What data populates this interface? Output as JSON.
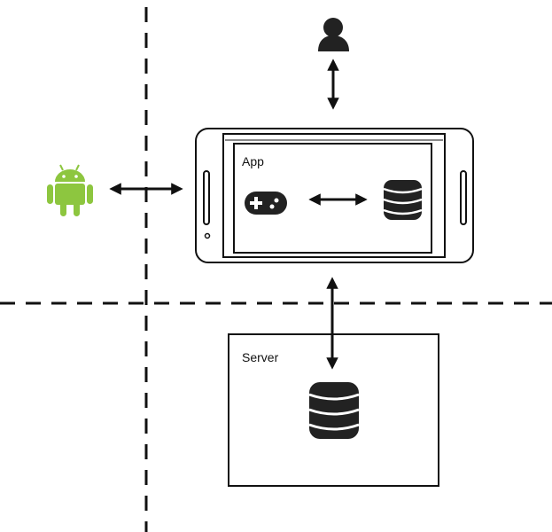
{
  "labels": {
    "app": "App",
    "server": "Server"
  },
  "icons": {
    "user": "user-icon",
    "android": "android-icon",
    "gamepad": "gamepad-icon",
    "app_database": "database-icon",
    "server_database": "database-icon"
  },
  "colors": {
    "stroke": "#111111",
    "android": "#8dc63f",
    "icon": "#222222",
    "background": "#ffffff"
  },
  "connections": [
    {
      "from": "user",
      "to": "phone",
      "direction": "both"
    },
    {
      "from": "android",
      "to": "phone",
      "direction": "both"
    },
    {
      "from": "gamepad",
      "to": "app_database",
      "direction": "both"
    },
    {
      "from": "phone",
      "to": "server",
      "direction": "both"
    }
  ]
}
